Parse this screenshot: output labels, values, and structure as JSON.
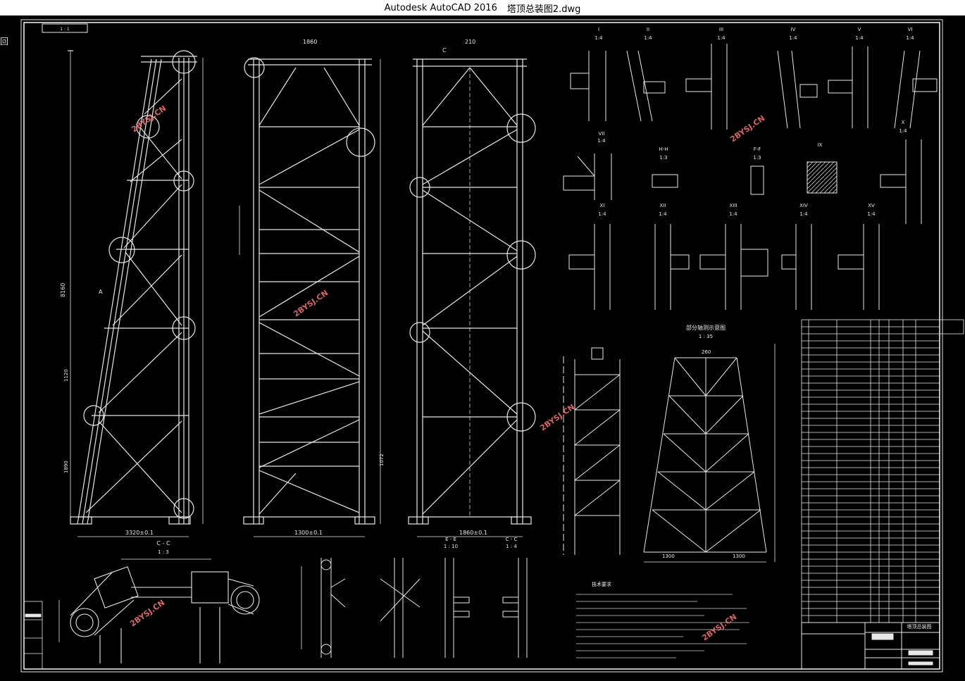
{
  "window": {
    "app_name": "Autodesk AutoCAD 2016",
    "file_name": "塔顶总装图2.dwg"
  },
  "drawing": {
    "corner_glyph": "回",
    "watermark": "2BYSJ.CN",
    "section_cc": {
      "title": "C - C",
      "scale": "1 : 3"
    },
    "section_cc2": {
      "title": "C - C",
      "scale": "1 : 4"
    },
    "section_ee": {
      "title": "E - E",
      "scale": "1 : 10"
    },
    "perspective": {
      "title": "部分轴测示意图",
      "scale": "1 : 35"
    },
    "detail_views": [
      {
        "id": "I",
        "scale": "1:4"
      },
      {
        "id": "II",
        "scale": "1:4"
      },
      {
        "id": "III",
        "scale": "1:4"
      },
      {
        "id": "IV",
        "scale": "1:4"
      },
      {
        "id": "V",
        "scale": "1:4"
      },
      {
        "id": "VI",
        "scale": "1:4"
      },
      {
        "id": "X",
        "scale": "1:4"
      },
      {
        "id": "VII",
        "scale": "1:4"
      },
      {
        "id": "H-H",
        "scale": "1:3"
      },
      {
        "id": "F-F",
        "scale": "1:3"
      },
      {
        "id": "IX",
        "scale": ""
      },
      {
        "id": "XI",
        "scale": "1:4"
      },
      {
        "id": "XII",
        "scale": "1:4"
      },
      {
        "id": "XIII",
        "scale": "1:4"
      },
      {
        "id": "XIV",
        "scale": "1:4"
      },
      {
        "id": "XV",
        "scale": "1:4"
      }
    ],
    "dims": {
      "left_total": "8160",
      "left_base": "3320±0.1",
      "mid_base": "1300±0.1",
      "right_base": "1860±0.1",
      "top_a": "1860",
      "top_b": "210",
      "persp_a": "260",
      "persp_b": "1300",
      "persp_c": "1300",
      "mid_lower": "1072",
      "left_seg": "1120",
      "left_seg2": "1890",
      "mark_a": "A",
      "mark_c": "C",
      "ratio": "1 : 1"
    },
    "notes_title": "技术要求",
    "title_block": {
      "drawing_name": "塔顶总装图",
      "company": ""
    },
    "colors": {
      "line": "#e8e8e8",
      "bg": "#000000",
      "watermark": "#ff7a7a"
    }
  }
}
